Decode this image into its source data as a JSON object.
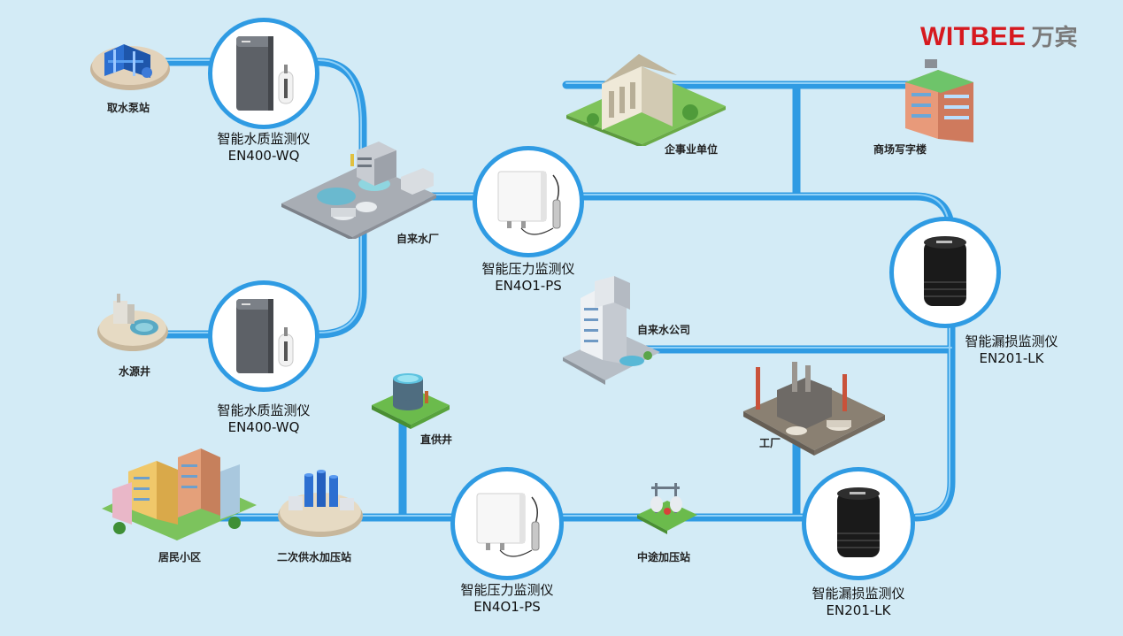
{
  "brand": {
    "name": "WITBEE",
    "name_cn": "万宾",
    "color": "#d6191f"
  },
  "colors": {
    "background": "#d3ebf6",
    "pipe": "#2f9be3",
    "pipe_highlight": "#8fd0f7"
  },
  "sites": {
    "intake_pump_station": "取水泵站",
    "water_plant": "自来水厂",
    "water_source_well": "水源井",
    "enterprise": "企事业单位",
    "mall_office": "商场写字楼",
    "water_company": "自来水公司",
    "factory": "工厂",
    "direct_supply_well": "直供井",
    "residential": "居民小区",
    "secondary_pump_station": "二次供水加压站",
    "booster_station": "中途加压站"
  },
  "devices": {
    "wq_top": {
      "name": "智能水质监测仪",
      "model": "EN400-WQ",
      "icon": "water-quality-monitor"
    },
    "wq_bottom": {
      "name": "智能水质监测仪",
      "model": "EN400-WQ",
      "icon": "water-quality-monitor"
    },
    "ps_top": {
      "name": "智能压力监测仪",
      "model": "EN4O1-PS",
      "icon": "pressure-monitor"
    },
    "ps_bottom": {
      "name": "智能压力监测仪",
      "model": "EN4O1-PS",
      "icon": "pressure-monitor"
    },
    "lk_right": {
      "name": "智能漏损监测仪",
      "model": "EN201-LK",
      "icon": "leak-monitor"
    },
    "lk_bottom": {
      "name": "智能漏损监测仪",
      "model": "EN201-LK",
      "icon": "leak-monitor"
    }
  }
}
